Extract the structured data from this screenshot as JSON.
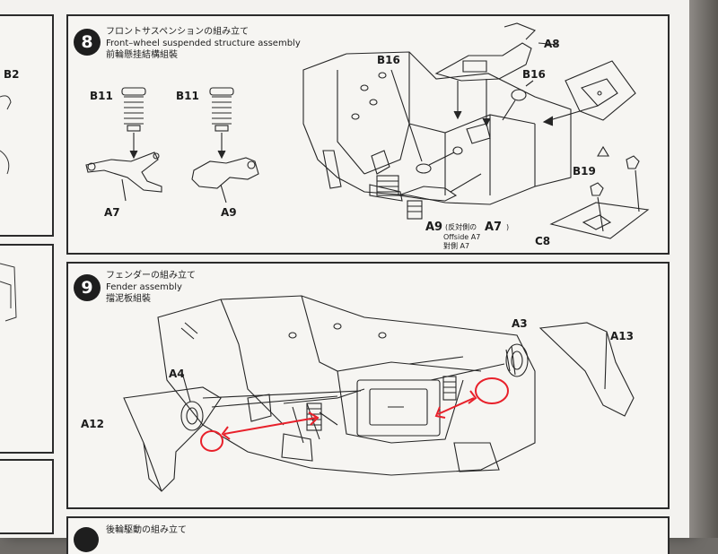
{
  "step8": {
    "number": "8",
    "title_ja": "フロントサスペンションの組み立て",
    "title_en": "Front–wheel suspended structure assembly",
    "title_zh": "前輪懸挂結構組裝",
    "labels": {
      "b11_left": "B11",
      "b11_right": "B11",
      "a7": "A7",
      "a9": "A9",
      "a8": "A8",
      "b16_top": "B16",
      "b16_right": "B16",
      "b19": "B19",
      "c8": "C8",
      "a9_main": "A9",
      "a9_note_ja": "(反対側の",
      "a9_note_a7": "A7",
      "a9_note_close": ")",
      "offside_en": "Offside A7",
      "offside_zh": "對側 A7"
    }
  },
  "step9": {
    "number": "9",
    "title_ja": "フェンダーの組み立て",
    "title_en": "Fender assembly",
    "title_zh": "擋泥板組裝",
    "labels": {
      "a3": "A3",
      "a13": "A13",
      "a4": "A4",
      "a12": "A12"
    }
  },
  "step10": {
    "title_ja": "後輪駆動の組み立て"
  },
  "left_strip": {
    "b2": "B2"
  },
  "annotation_color": "#e8202a"
}
